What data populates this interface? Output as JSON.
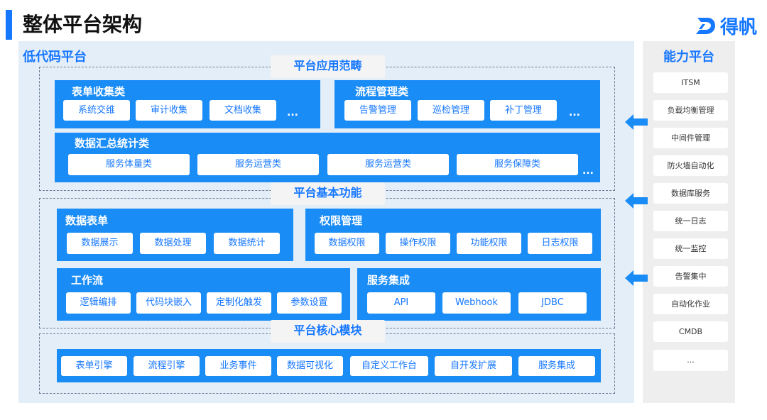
{
  "title": "整体平台架构",
  "brand": {
    "text": "得帆"
  },
  "low_code": {
    "label": "低代码平台",
    "application_scope": {
      "label": "平台应用范畴",
      "form_collection": {
        "title": "表单收集类",
        "items": [
          "系统交维",
          "审计收集",
          "文档收集"
        ],
        "more": "..."
      },
      "process_management": {
        "title": "流程管理类",
        "items": [
          "告警管理",
          "巡检管理",
          "补丁管理"
        ],
        "more": "..."
      },
      "data_summary": {
        "title": "数据汇总统计类",
        "items": [
          "服务体量类",
          "服务运营类",
          "服务运营类",
          "服务保障类"
        ],
        "more": "..."
      }
    },
    "basic_functions": {
      "label": "平台基本功能",
      "data_form": {
        "title": "数据表单",
        "items": [
          "数据展示",
          "数据处理",
          "数据统计"
        ]
      },
      "permission": {
        "title": "权限管理",
        "items": [
          "数据权限",
          "操作权限",
          "功能权限",
          "日志权限"
        ]
      },
      "workflow": {
        "title": "工作流",
        "items": [
          "逻辑编排",
          "代码块嵌入",
          "定制化触发",
          "参数设置"
        ]
      },
      "service_integration": {
        "title": "服务集成",
        "items": [
          "API",
          "Webhook",
          "JDBC"
        ]
      }
    },
    "core_modules": {
      "label": "平台核心模块",
      "items": [
        "表单引擎",
        "流程引擎",
        "业务事件",
        "数据可视化",
        "自定义工作台",
        "自开发扩展",
        "服务集成"
      ]
    }
  },
  "capability_platform": {
    "label": "能力平台",
    "items": [
      "ITSM",
      "负载均衡管理",
      "中间件管理",
      "防火墙自动化",
      "数据库服务",
      "统一日志",
      "统一监控",
      "告警集中",
      "自动化作业",
      "CMDB",
      "..."
    ]
  },
  "colors": {
    "accent": "#1677ff",
    "panel": "#1a8cf5",
    "low_code_bg": "#e4eef9",
    "capability_bg": "#eeeeee"
  }
}
